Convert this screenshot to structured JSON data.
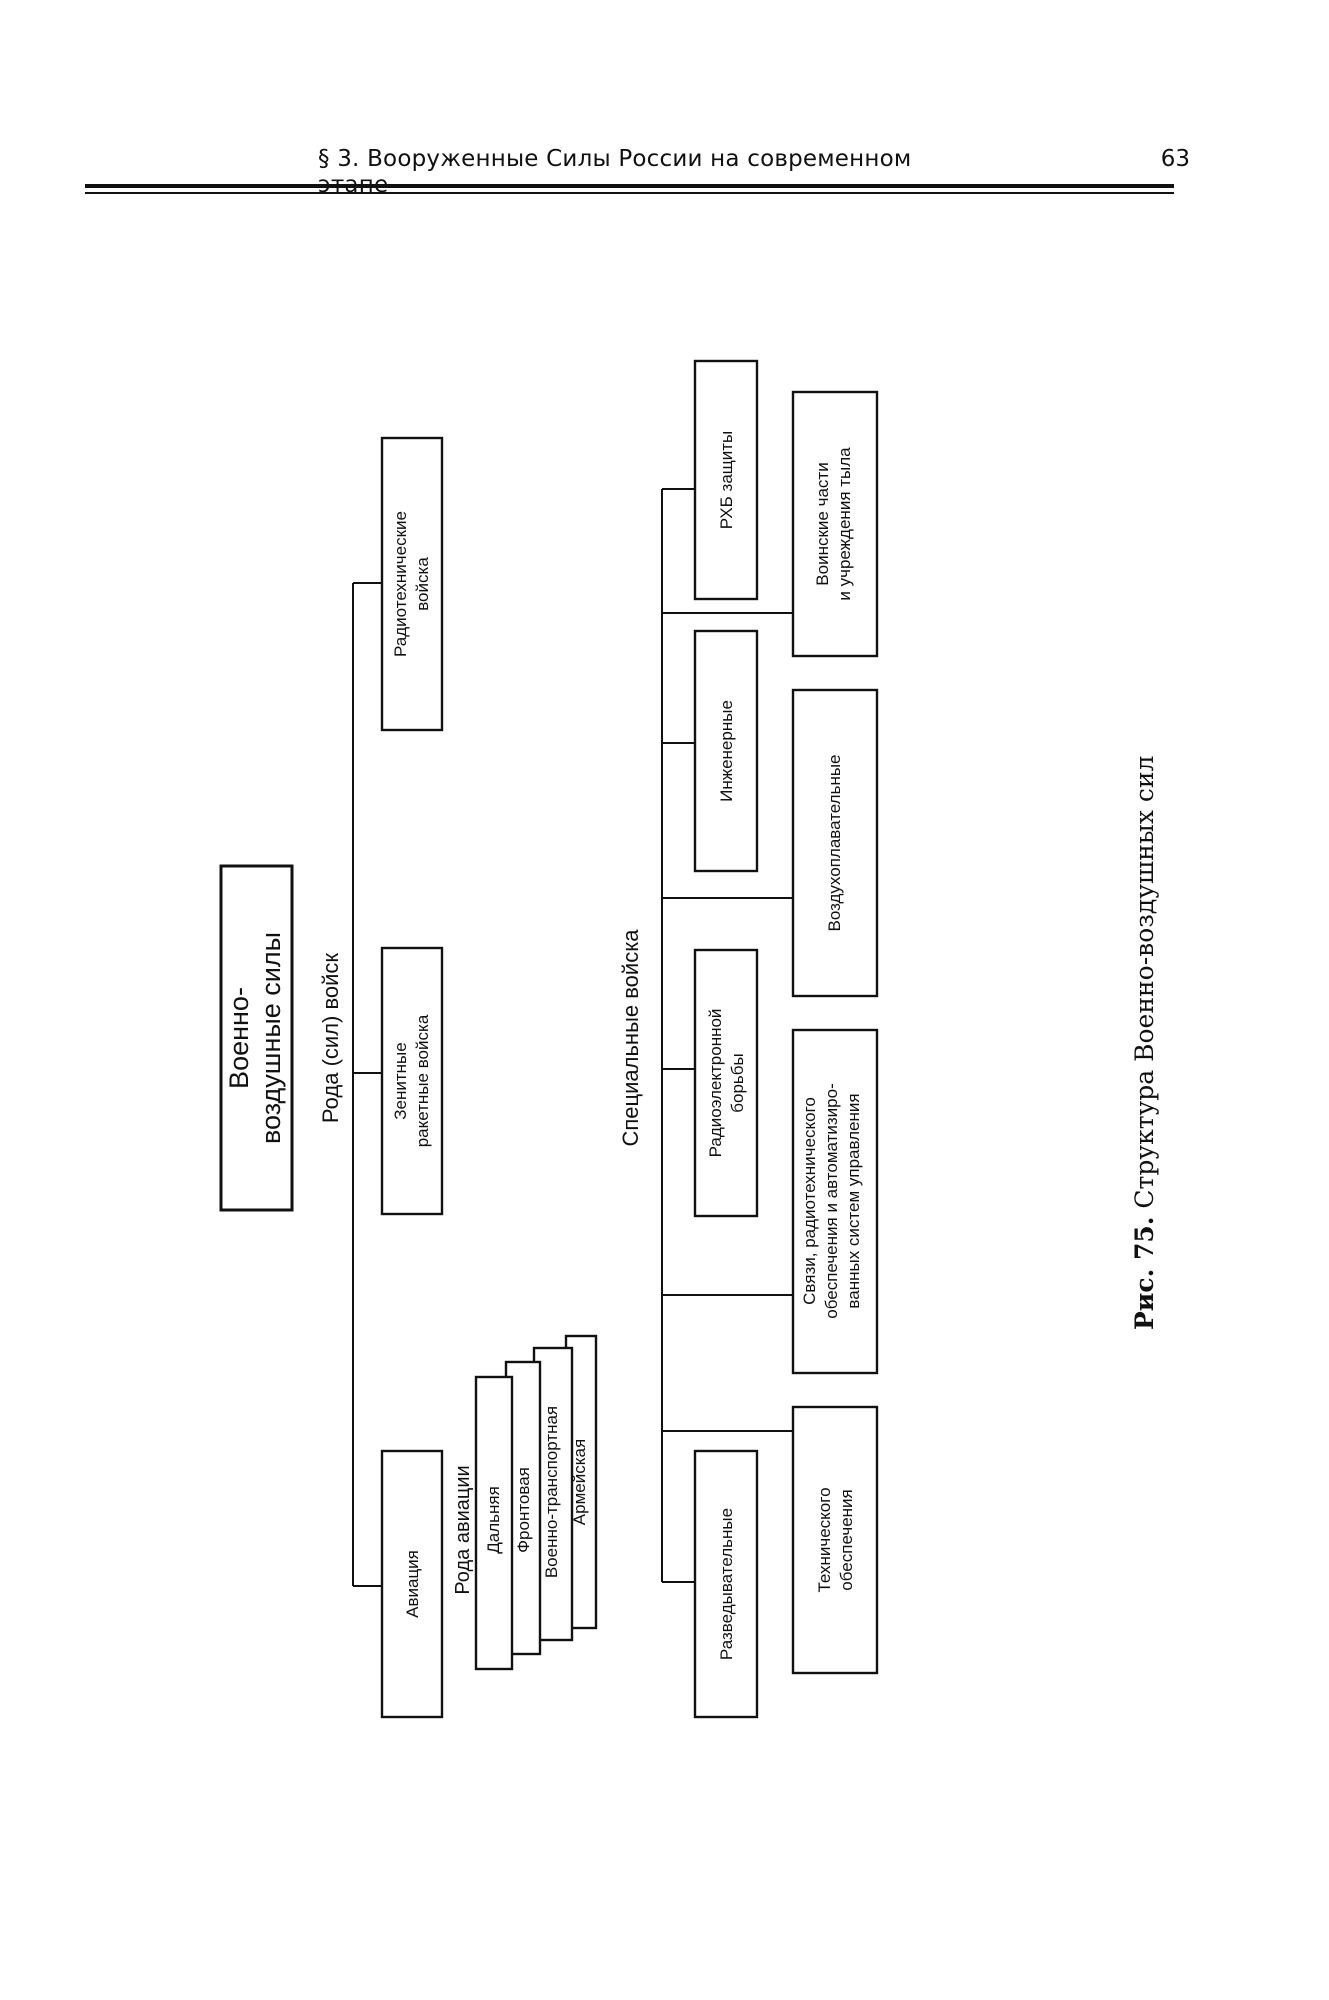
{
  "header": {
    "title": "§ 3. Вооруженные Силы России на современном этапе",
    "page_number": "63"
  },
  "diagram": {
    "root": {
      "line1": "Военно-",
      "line2": "воздушные силы"
    },
    "branches_heading": "Рода (сил) войск",
    "branches": {
      "aviation": "Авиация",
      "air_defense_line1": "Зенитные",
      "air_defense_line2": "ракетные войска",
      "radiotech_line1": "Радиотехнические",
      "radiotech_line2": "войска"
    },
    "aviation_types": {
      "heading": "Рода авиации",
      "items": [
        "Дальняя",
        "Фронтовая",
        "Военно-транспортная",
        "Армейская"
      ]
    },
    "special_heading": "Специальные войска",
    "special": {
      "recon": "Разведывательные",
      "ew_line1": "Радиоэлектронной",
      "ew_line2": "борьбы",
      "engineer": "Инженерные",
      "rkhb": "РХБ защиты",
      "tech_line1": "Технического",
      "tech_line2": "обеспечения",
      "comm_line1": "Связи, радиотехнического",
      "comm_line2": "обеспечения и автоматизиро-",
      "comm_line3": "ванных систем управления",
      "airborne": "Воздухоплавательные",
      "rear_line1": "Воинские части",
      "rear_line2": "и учреждения тыла"
    }
  },
  "caption": {
    "label": "Рис. 75.",
    "text": "Структура Военно-воздушных сил"
  }
}
